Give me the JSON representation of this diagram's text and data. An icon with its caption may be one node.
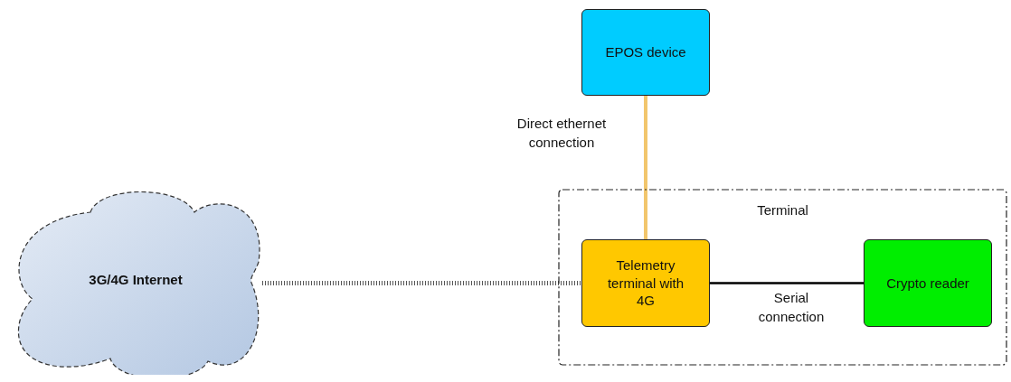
{
  "diagram": {
    "nodes": [
      {
        "text": [
          "3G/4G Internet"
        ]
      },
      {
        "text": [
          "EPOS device"
        ]
      },
      {
        "text": [
          "Terminal"
        ]
      },
      {
        "text": [
          "Telemetry terminal with 4G"
        ],
        "in": 2
      },
      {
        "text": [
          "Crypto reader"
        ],
        "in": 2
      }
    ],
    "edges": [
      {
        "from": 0,
        "to": 3,
        "arrow": "none",
        "style": "dashed"
      },
      {
        "from": 1,
        "to": 3,
        "arrow": "none",
        "label": "Direct ethernet connection",
        "color": "#f2c66d"
      },
      {
        "from": 3,
        "to": 4,
        "arrow": "none",
        "label": "Serial connection"
      }
    ]
  }
}
